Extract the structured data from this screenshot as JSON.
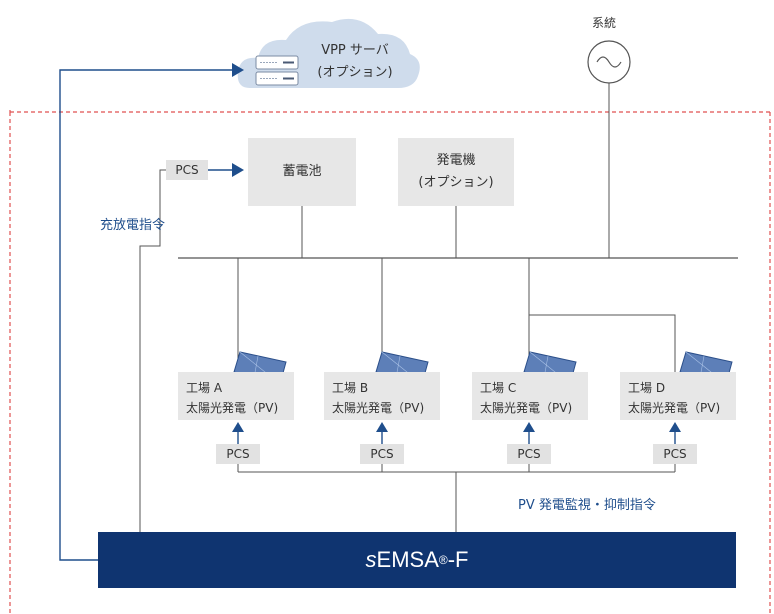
{
  "cloud": {
    "line1": "VPP サーバ",
    "line2": "(オプション)"
  },
  "grid": {
    "label": "系統"
  },
  "battery": {
    "label": "蓄電池"
  },
  "generator": {
    "line1": "発電機",
    "line2": "(オプション)"
  },
  "pcs_label": "PCS",
  "charge_label": "充放電指令",
  "monitor_label": "PV 発電監視・抑制指令",
  "factories": [
    {
      "name": "工場 A",
      "sub": "太陽光発電（PV)"
    },
    {
      "name": "工場 B",
      "sub": "太陽光発電（PV)"
    },
    {
      "name": "工場 C",
      "sub": "太陽光発電（PV)"
    },
    {
      "name": "工場 D",
      "sub": "太陽光発電（PV)"
    }
  ],
  "semsa": {
    "prefix": "s",
    "name": "EMSA",
    "reg": "®",
    "suffix": "-F"
  },
  "colors": {
    "navy": "#0f3470",
    "boundary": "#e05050",
    "arrow": "#1f4e8c",
    "box": "#e7e7e7"
  }
}
